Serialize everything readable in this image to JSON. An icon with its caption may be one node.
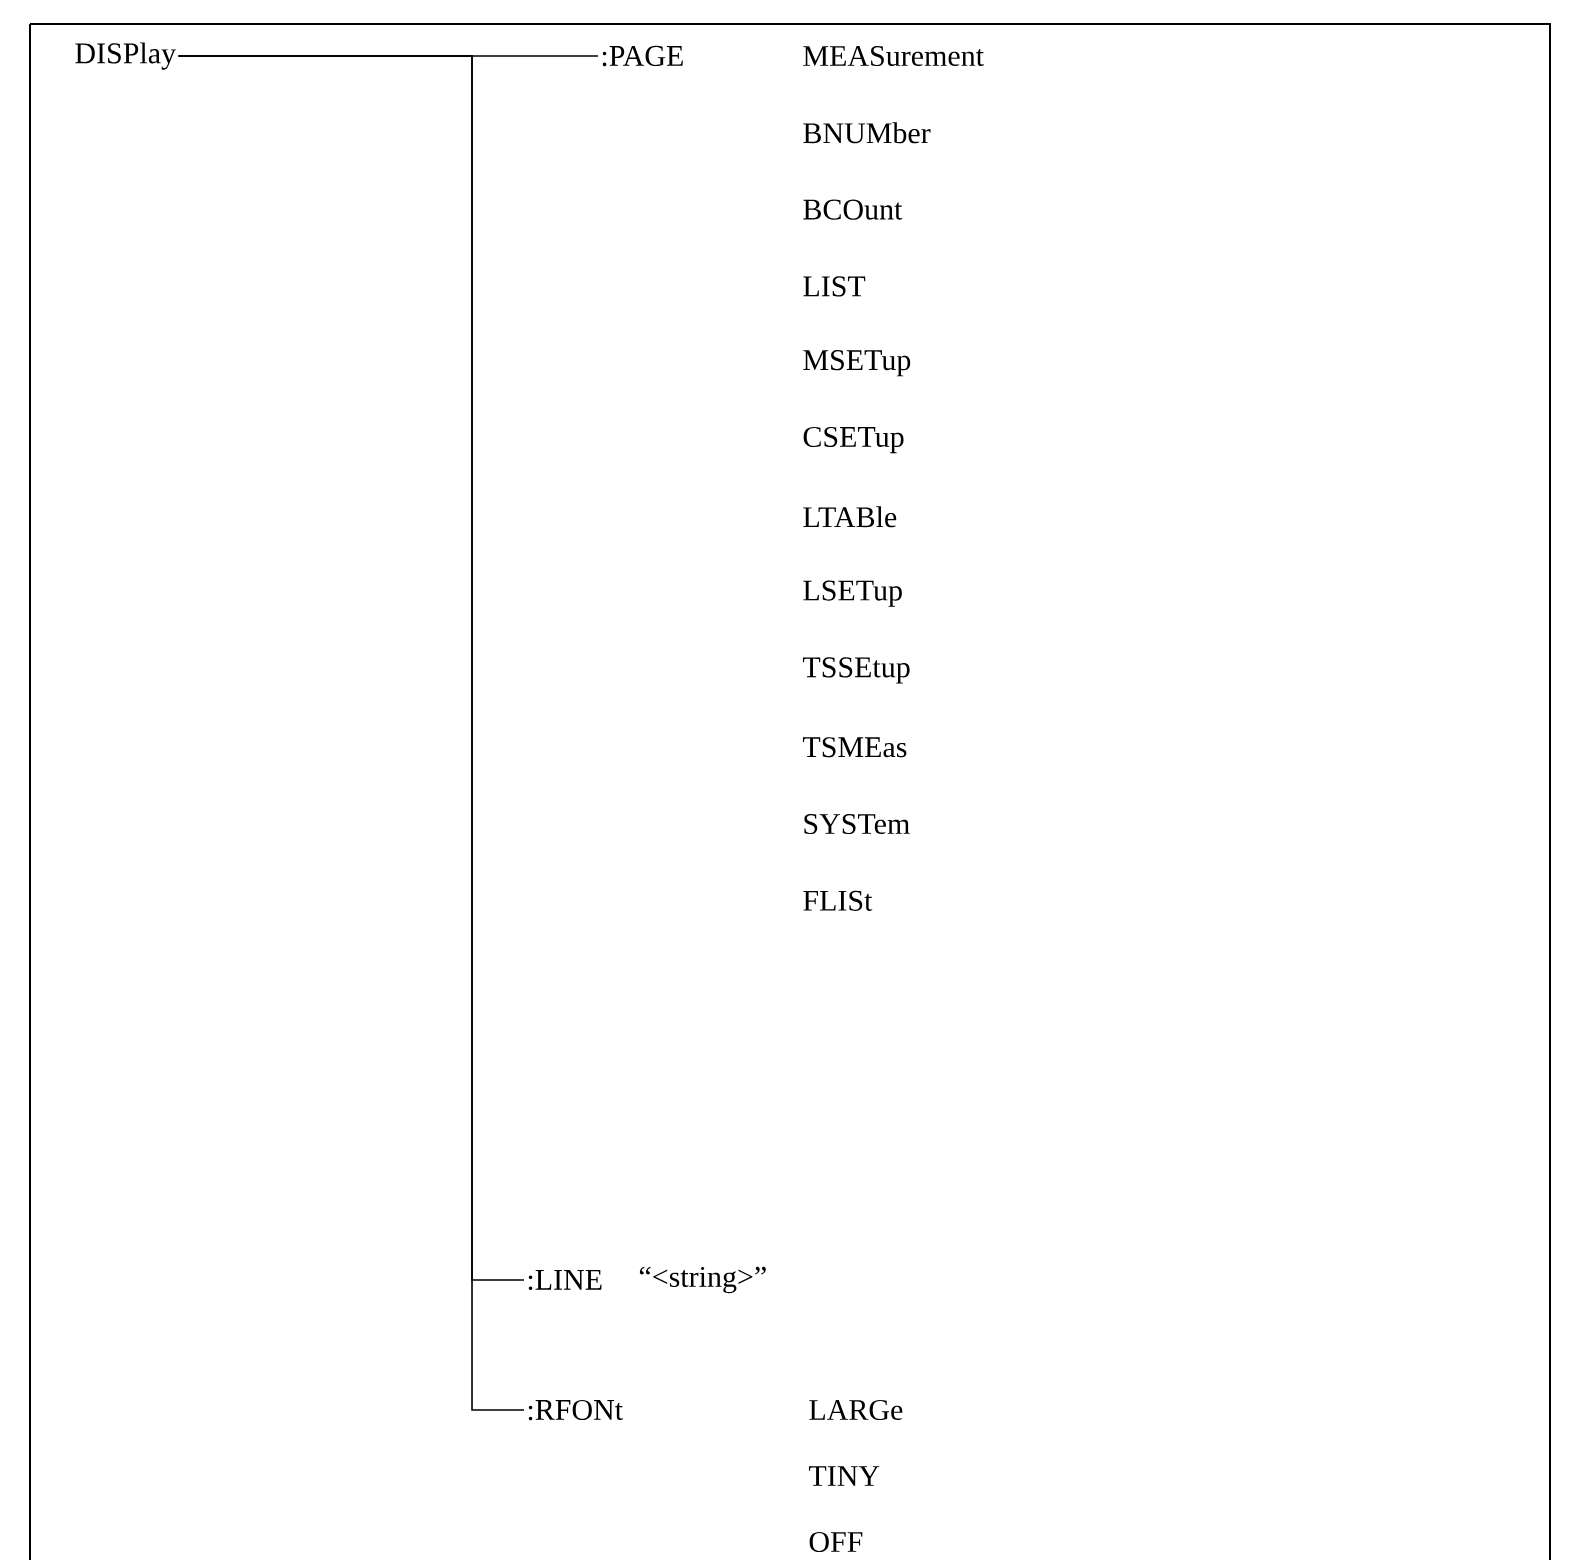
{
  "diagram": {
    "nodes": [
      {
        "text": [
          "DISPlay"
        ]
      },
      {
        "text": [
          ":PAGE"
        ],
        "beside": [
          "MEASurement",
          "BNUMber",
          "BCOunt",
          "LIST",
          "MSETup",
          "CSETup",
          "LTABle",
          "LSETup",
          "TSSEtup",
          "TSMEas",
          "SYSTem",
          "FLISt"
        ]
      },
      {
        "text": [
          ":LINE"
        ],
        "beside": [
          "“<string>”"
        ]
      },
      {
        "text": [
          ":RFONt"
        ],
        "beside": [
          "LARGe",
          "TINY",
          "OFF"
        ]
      }
    ],
    "edges": [
      {
        "from": 0,
        "to": 1,
        "arrow": "none"
      },
      {
        "from": 0,
        "to": 2,
        "arrow": "none"
      },
      {
        "from": 0,
        "to": 3,
        "arrow": "none"
      }
    ]
  }
}
